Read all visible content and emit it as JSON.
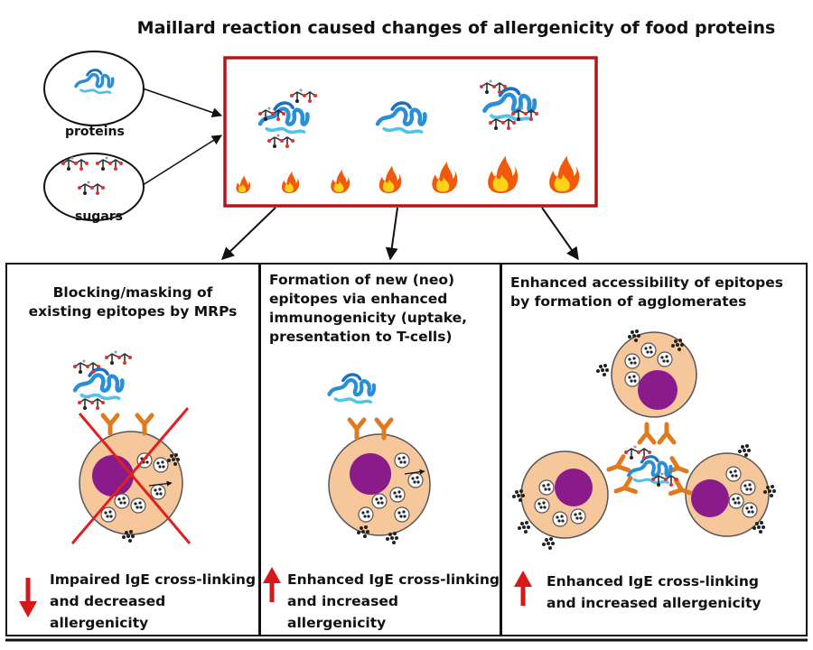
{
  "title": "Maillard reaction caused changes of allergenicity of food proteins",
  "inputs": {
    "proteins_label": "proteins",
    "sugars_label": "sugars"
  },
  "panels": [
    {
      "title_lines": [
        "Blocking/masking  of",
        "existing epitopes by MRPs"
      ],
      "result_lines": [
        "Impaired IgE cross-linking",
        "and decreased allergenicity"
      ],
      "arrow_direction": "down"
    },
    {
      "title_lines": [
        "Formation  of  new  (neo)",
        "epitopes via enhanced",
        "immunogenicity (uptake,",
        "presentation to T-cells)"
      ],
      "result_lines": [
        "Enhanced IgE cross-linking",
        "and increased allergenicity"
      ],
      "arrow_direction": "up"
    },
    {
      "title_lines": [
        "Enhanced accessibility of epitopes",
        "by formation of agglomerates"
      ],
      "result_lines": [
        "Enhanced IgE cross-linking",
        "and increased allergenicity"
      ],
      "arrow_direction": "up"
    }
  ],
  "colors": {
    "reaction_box_border": "#b01818",
    "cell_fill": "#f7c79c",
    "nucleus": "#8b1a8b",
    "antibody": "#e07a1f",
    "protein": "#2a8fd6",
    "result_arrow": "#d81818",
    "cross": "#e02020",
    "flame_outer": "#f05a0a",
    "flame_inner": "#ffd21a"
  }
}
